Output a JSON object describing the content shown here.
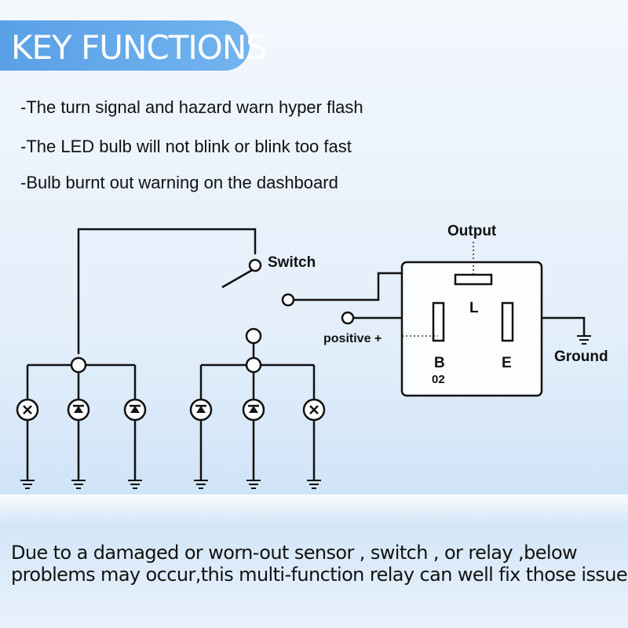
{
  "header": {
    "title": "KEY FUNCTIONS"
  },
  "bullets": [
    "-The turn signal and hazard warn hyper flash",
    "-The LED bulb will not blink or blink too fast",
    "-Bulb burnt out warning on the dashboard"
  ],
  "diagram": {
    "switch_label": "Switch",
    "output_label": "Output",
    "positive_label": "positive +",
    "ground_label": "Ground",
    "pin_l": "L",
    "pin_b": "B",
    "pin_b_sub": "02",
    "pin_e": "E",
    "bulb_types": [
      "incandescent-bulb-icon",
      "led-bulb-icon",
      "led-bulb-icon",
      "led-bulb-icon",
      "led-bulb-icon",
      "incandescent-bulb-icon"
    ]
  },
  "footer": {
    "line1": "Due to a damaged or worn-out sensor , switch , or relay ,below",
    "line2": "problems may occur,this multi-function relay can well fix those issues"
  },
  "colors": {
    "banner": "#5aa0e6",
    "background_top": "#e8f2fb",
    "background_band": "#cfe4f8"
  }
}
